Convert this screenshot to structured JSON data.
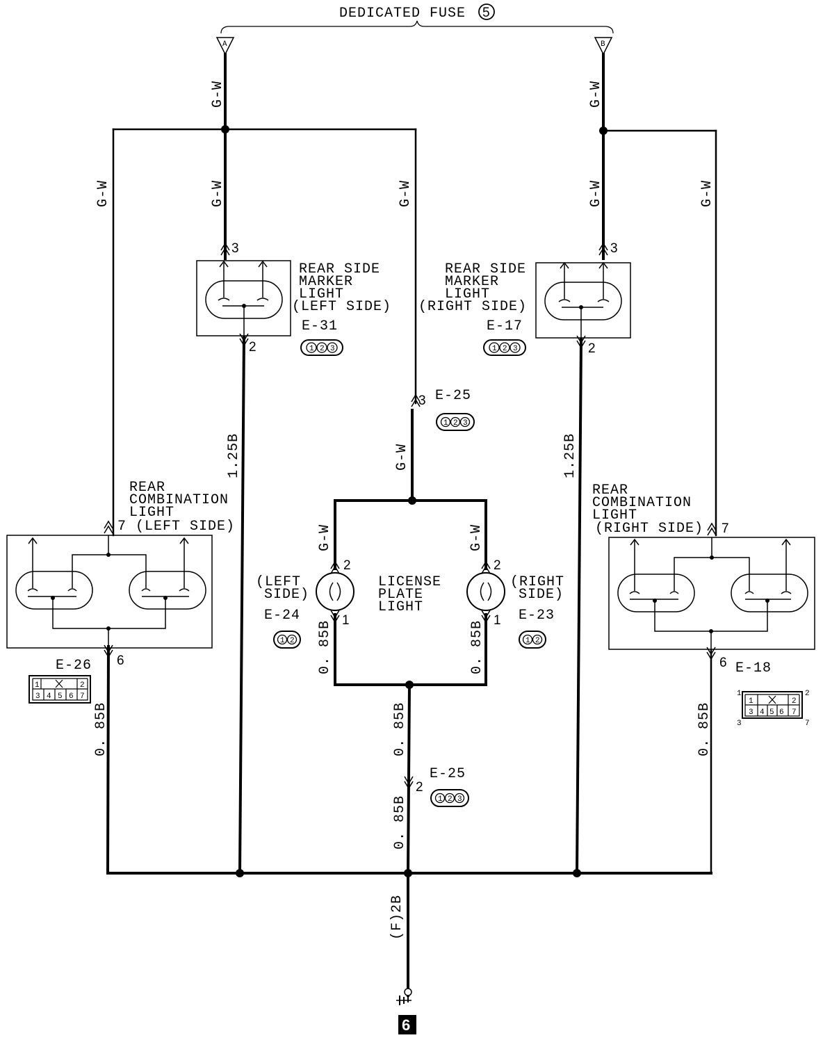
{
  "fuse": {
    "label": "DEDICATED FUSE",
    "number": "5"
  },
  "terminals": {
    "a": "A",
    "b": "B"
  },
  "wire_labels": {
    "gw": "G-W",
    "b125": "1.25B",
    "b085": "0. 85B",
    "b085b": "0.85B",
    "f2b": "(F)2B"
  },
  "components": {
    "rsm_left": {
      "lines": [
        "REAR SIDE",
        "MARKER",
        "LIGHT",
        " (LEFT SIDE)"
      ],
      "connector": "E-31",
      "pins": [
        "3",
        "2"
      ]
    },
    "rsm_right": {
      "lines": [
        "REAR SIDE",
        "MARKER",
        "LIGHT",
        "(RIGHT SIDE)"
      ],
      "connector": "E-17",
      "pins": [
        "3",
        "2"
      ]
    },
    "rcl_left": {
      "lines": [
        "REAR",
        "COMBINATION",
        "LIGHT",
        "7 (LEFT SIDE)"
      ],
      "connector": "E-26",
      "pins": [
        "7",
        "6"
      ]
    },
    "rcl_right": {
      "lines": [
        "REAR",
        "COMBINATION",
        "LIGHT",
        "(RIGHT SIDE)"
      ],
      "connector": "E-18",
      "pins": [
        "7",
        "6"
      ]
    },
    "license": {
      "lines": [
        "LICENSE",
        "PLATE",
        "LIGHT"
      ]
    },
    "lp_left": {
      "lines": [
        "(LEFT",
        "SIDE)"
      ],
      "connector": "E-24",
      "pins": [
        "2",
        "1"
      ]
    },
    "lp_right": {
      "lines": [
        "(RIGHT",
        "SIDE)"
      ],
      "connector": "E-23",
      "pins": [
        "2",
        "1"
      ]
    },
    "junction": {
      "connector": "E-25",
      "pins": [
        "3",
        "2"
      ]
    }
  },
  "connector_pins": {
    "three": [
      "1",
      "2",
      "3"
    ],
    "two": [
      "1",
      "2"
    ],
    "seven_top": [
      "1",
      "2"
    ],
    "seven_bottom": [
      "3",
      "4",
      "5",
      "6",
      "7"
    ],
    "e18_corner": [
      "1",
      "2",
      "3",
      "7"
    ]
  },
  "ground": {
    "label": "6"
  }
}
